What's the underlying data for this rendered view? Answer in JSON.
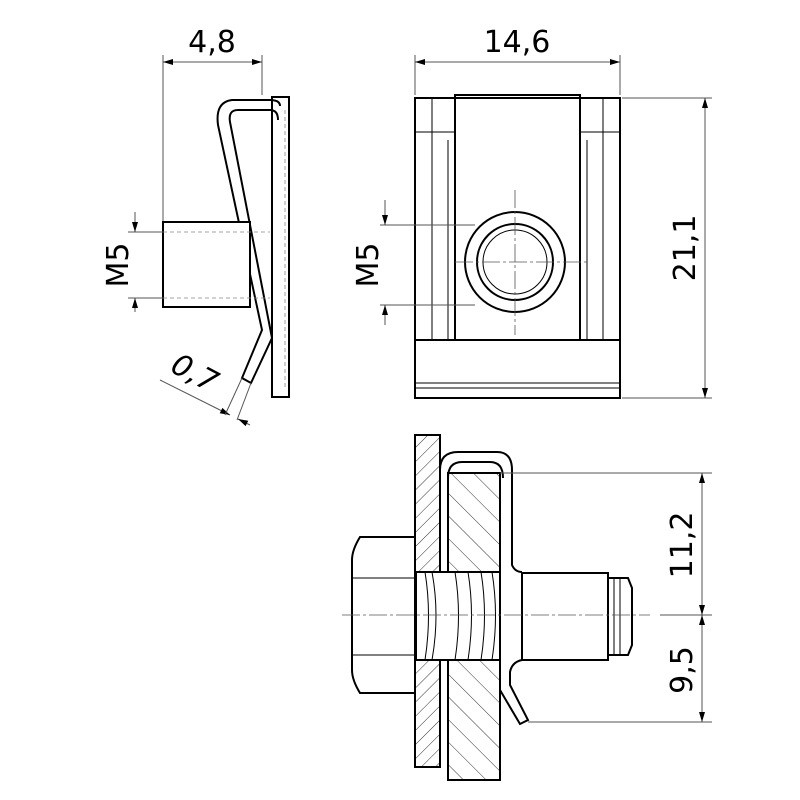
{
  "drawing": {
    "title": "Spring clip nut M5 technical drawing",
    "dimensions": {
      "side_width": "4,8",
      "side_thread": "M5",
      "sheet_thickness": "0,7",
      "front_width": "14,6",
      "front_thread": "M5",
      "front_height": "21,1",
      "assembly_upper": "11,2",
      "assembly_lower": "9,5"
    },
    "colors": {
      "line": "#000000",
      "dimension": "#555555"
    }
  }
}
